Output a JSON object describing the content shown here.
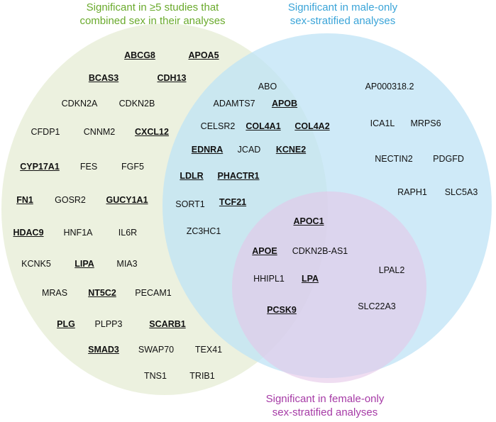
{
  "sets": {
    "combined": {
      "title_line1": "Significant in ≥5 studies that",
      "title_line2": "combined sex in their analyses",
      "color": "#6aaa2c",
      "fill": "#e9efd9"
    },
    "male": {
      "title_line1": "Significant in male-only",
      "title_line2": "sex-stratified analyses",
      "color": "#3aa4d8",
      "fill": "#bfe3f5"
    },
    "female": {
      "title_line1": "Significant in female-only",
      "title_line2": "sex-stratified analyses",
      "color": "#a63aa6",
      "fill": "#e4c7e8"
    }
  },
  "genes": [
    {
      "label": "ABCG8",
      "bold": true
    },
    {
      "label": "APOA5",
      "bold": true
    },
    {
      "label": "BCAS3",
      "bold": true
    },
    {
      "label": "CDH13",
      "bold": true
    },
    {
      "label": "CDKN2A",
      "bold": false
    },
    {
      "label": "CDKN2B",
      "bold": false
    },
    {
      "label": "CFDP1",
      "bold": false
    },
    {
      "label": "CNNM2",
      "bold": false
    },
    {
      "label": "CXCL12",
      "bold": true
    },
    {
      "label": "CYP17A1",
      "bold": true
    },
    {
      "label": "FES",
      "bold": false
    },
    {
      "label": "FGF5",
      "bold": false
    },
    {
      "label": "FN1",
      "bold": true
    },
    {
      "label": "GOSR2",
      "bold": false
    },
    {
      "label": "GUCY1A1",
      "bold": true
    },
    {
      "label": "HDAC9",
      "bold": true
    },
    {
      "label": "HNF1A",
      "bold": false
    },
    {
      "label": "IL6R",
      "bold": false
    },
    {
      "label": "KCNK5",
      "bold": false
    },
    {
      "label": "LIPA",
      "bold": true
    },
    {
      "label": "MIA3",
      "bold": false
    },
    {
      "label": "MRAS",
      "bold": false
    },
    {
      "label": "NT5C2",
      "bold": true
    },
    {
      "label": "PECAM1",
      "bold": false
    },
    {
      "label": "PLG",
      "bold": true
    },
    {
      "label": "PLPP3",
      "bold": false
    },
    {
      "label": "SCARB1",
      "bold": true
    },
    {
      "label": "SMAD3",
      "bold": true
    },
    {
      "label": "SWAP70",
      "bold": false
    },
    {
      "label": "TEX41",
      "bold": false
    },
    {
      "label": "TNS1",
      "bold": false
    },
    {
      "label": "TRIB1",
      "bold": false
    },
    {
      "label": "ABO",
      "bold": false
    },
    {
      "label": "ADAMTS7",
      "bold": false
    },
    {
      "label": "APOB",
      "bold": true
    },
    {
      "label": "CELSR2",
      "bold": false
    },
    {
      "label": "COL4A1",
      "bold": true
    },
    {
      "label": "COL4A2",
      "bold": true
    },
    {
      "label": "EDNRA",
      "bold": true
    },
    {
      "label": "JCAD",
      "bold": false
    },
    {
      "label": "KCNE2",
      "bold": true
    },
    {
      "label": "LDLR",
      "bold": true
    },
    {
      "label": "PHACTR1",
      "bold": true
    },
    {
      "label": "SORT1",
      "bold": false
    },
    {
      "label": "TCF21",
      "bold": true
    },
    {
      "label": "ZC3HC1",
      "bold": false
    },
    {
      "label": "APOC1",
      "bold": true
    },
    {
      "label": "APOE",
      "bold": true
    },
    {
      "label": "CDKN2B-AS1",
      "bold": false
    },
    {
      "label": "HHIPL1",
      "bold": false
    },
    {
      "label": "LPA",
      "bold": true
    },
    {
      "label": "PCSK9",
      "bold": true
    },
    {
      "label": "AP000318.2",
      "bold": false
    },
    {
      "label": "ICA1L",
      "bold": false
    },
    {
      "label": "MRPS6",
      "bold": false
    },
    {
      "label": "NECTIN2",
      "bold": false
    },
    {
      "label": "PDGFD",
      "bold": false
    },
    {
      "label": "RAPH1",
      "bold": false
    },
    {
      "label": "SLC5A3",
      "bold": false
    },
    {
      "label": "LPAL2",
      "bold": false
    },
    {
      "label": "SLC22A3",
      "bold": false
    }
  ]
}
